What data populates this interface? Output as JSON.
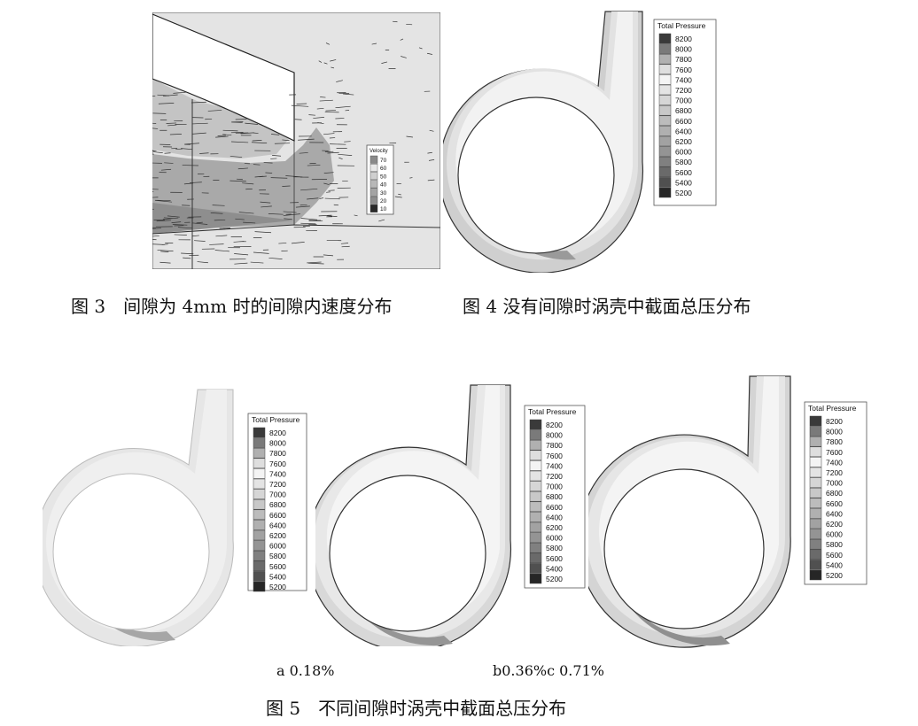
{
  "fig3": {
    "caption": "图 3　间隙为 4mm 时的间隙内速度分布",
    "legend": {
      "title": "Velocity",
      "labels": [
        "70",
        "60",
        "50",
        "40",
        "30",
        "20",
        "10"
      ],
      "colors": [
        "#8a8a8a",
        "#e8e8e8",
        "#cfcfcf",
        "#b8b8b8",
        "#a4a4a4",
        "#8e8e8e",
        "#2a2a2a"
      ]
    }
  },
  "fig4": {
    "caption": "图 4 没有间隙时涡壳中截面总压分布"
  },
  "pressure_legend": {
    "title": "Total Pressure",
    "labels": [
      "8200",
      "8000",
      "7800",
      "7600",
      "7400",
      "7200",
      "7000",
      "6800",
      "6600",
      "6400",
      "6200",
      "6000",
      "5800",
      "5600",
      "5400",
      "5200"
    ],
    "colors": [
      "#3a3a3a",
      "#7a7a7a",
      "#b0b0b0",
      "#dedede",
      "#f4f4f4",
      "#e4e4e4",
      "#d6d6d6",
      "#c8c8c8",
      "#bcbcbc",
      "#b0b0b0",
      "#a2a2a2",
      "#949494",
      "#808080",
      "#6a6a6a",
      "#505050",
      "#262626"
    ]
  },
  "fig5": {
    "caption": "图 5　不同间隙时涡壳中截面总压分布",
    "sub_a": "a 0.18%",
    "sub_bc": "b0.36%c 0.71%"
  }
}
